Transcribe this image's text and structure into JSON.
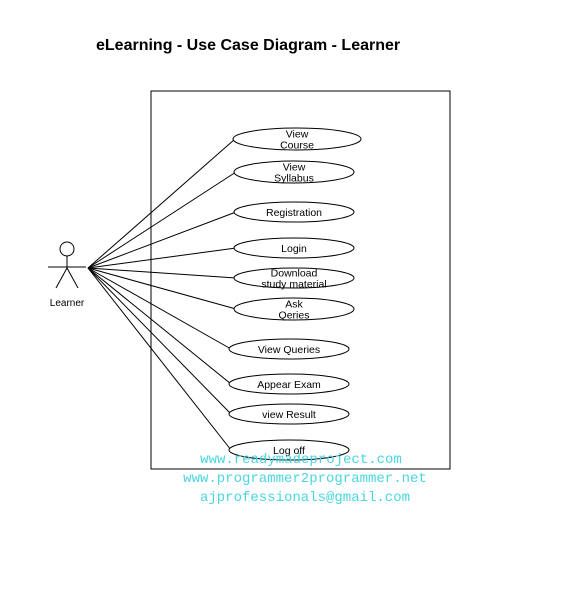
{
  "title": "eLearning - Use Case Diagram - Learner",
  "actor": {
    "label": "Learner"
  },
  "use_cases": [
    {
      "lines": [
        "View",
        "Course"
      ]
    },
    {
      "lines": [
        "View",
        "Syllabus"
      ]
    },
    {
      "lines": [
        "Registration"
      ]
    },
    {
      "lines": [
        "Login"
      ]
    },
    {
      "lines": [
        "Download",
        "study material"
      ]
    },
    {
      "lines": [
        "Ask",
        "Qeries"
      ]
    },
    {
      "lines": [
        "View Queries"
      ]
    },
    {
      "lines": [
        "Appear Exam"
      ]
    },
    {
      "lines": [
        "view Result"
      ]
    },
    {
      "lines": [
        "Log off"
      ]
    }
  ],
  "watermark": [
    "www.readymadeproject.com",
    "www.programmer2programmer.net",
    "ajprofessionals@gmail.com"
  ],
  "colors": {
    "watermark": "#49d6e0",
    "lines": "#000000"
  }
}
